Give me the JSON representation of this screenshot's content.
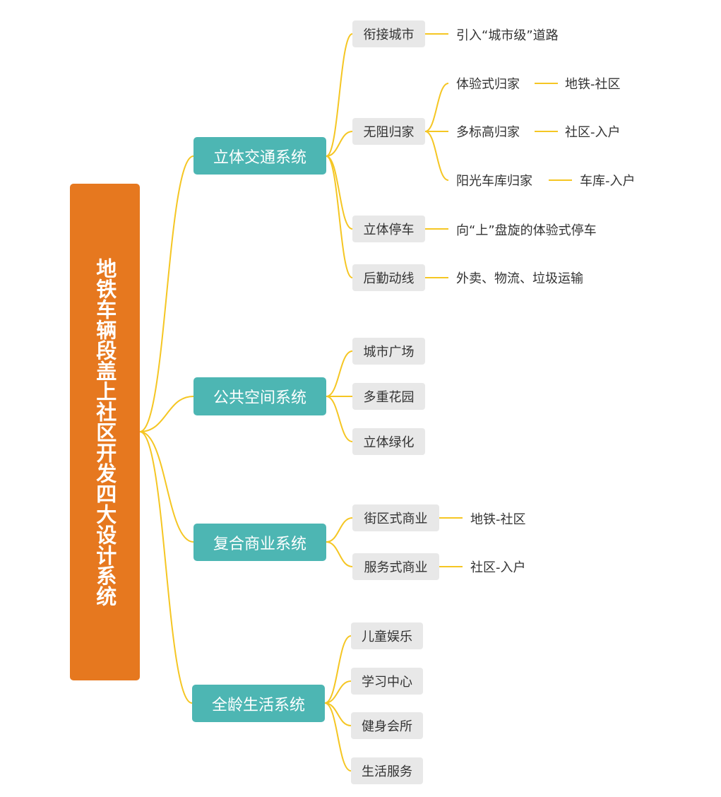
{
  "root": {
    "title": "地铁车辆段盖上社区开发四大设计系统",
    "color": "#e6781f"
  },
  "branch_color": "#4db6b3",
  "sub_color": "#e8e8e8",
  "link_color": "#f5c623",
  "branches": [
    {
      "label": "立体交通系统",
      "children": [
        {
          "label": "衔接城市",
          "details": [
            "引入“城市级”道路"
          ]
        },
        {
          "label": "无阻归家",
          "details": [],
          "subitems": [
            {
              "label": "体验式归家",
              "detail": "地铁-社区"
            },
            {
              "label": "多标高归家",
              "detail": "社区-入户"
            },
            {
              "label": "阳光车库归家",
              "detail": "车库-入户"
            }
          ]
        },
        {
          "label": "立体停车",
          "details": [
            "向“上”盘旋的体验式停车"
          ]
        },
        {
          "label": "后勤动线",
          "details": [
            "外卖、物流、垃圾运输"
          ]
        }
      ]
    },
    {
      "label": "公共空间系统",
      "children": [
        {
          "label": "城市广场"
        },
        {
          "label": "多重花园"
        },
        {
          "label": "立体绿化"
        }
      ]
    },
    {
      "label": "复合商业系统",
      "children": [
        {
          "label": "街区式商业",
          "details": [
            "地铁-社区"
          ]
        },
        {
          "label": "服务式商业",
          "details": [
            "社区-入户"
          ]
        }
      ]
    },
    {
      "label": "全龄生活系统",
      "children": [
        {
          "label": "儿童娱乐"
        },
        {
          "label": "学习中心"
        },
        {
          "label": "健身会所"
        },
        {
          "label": "生活服务"
        }
      ]
    }
  ]
}
